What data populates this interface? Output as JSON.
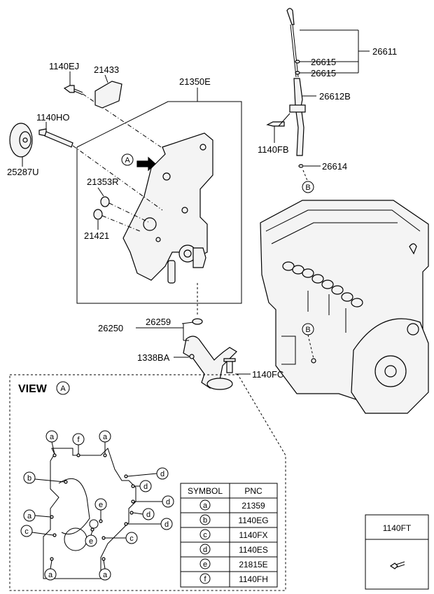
{
  "callouts": {
    "c26611": "26611",
    "c26615a": "26615",
    "c26615b": "26615",
    "c26612B": "26612B",
    "c1140FB": "1140FB",
    "c26614": "26614",
    "c1140EJ": "1140EJ",
    "c21433": "21433",
    "c21350E": "21350E",
    "c1140HO": "1140HO",
    "c25287U": "25287U",
    "c21353R": "21353R",
    "c21421": "21421",
    "c26250": "26250",
    "c26259": "26259",
    "c1338BA": "1338BA",
    "c1140FC": "1140FC",
    "c1140FT": "1140FT"
  },
  "markers": {
    "A": "A",
    "B": "B"
  },
  "view": {
    "title": "VIEW",
    "marker": "A"
  },
  "table": {
    "headers": [
      "SYMBOL",
      "PNC"
    ],
    "rows": [
      {
        "symbol": "a",
        "pnc": "21359"
      },
      {
        "symbol": "b",
        "pnc": "1140EG"
      },
      {
        "symbol": "c",
        "pnc": "1140FX"
      },
      {
        "symbol": "d",
        "pnc": "1140ES"
      },
      {
        "symbol": "e",
        "pnc": "21815E"
      },
      {
        "symbol": "f",
        "pnc": "1140FH"
      }
    ]
  },
  "view_symbols": {
    "a": "a",
    "b": "b",
    "c": "c",
    "d": "d",
    "e": "e",
    "f": "f"
  }
}
